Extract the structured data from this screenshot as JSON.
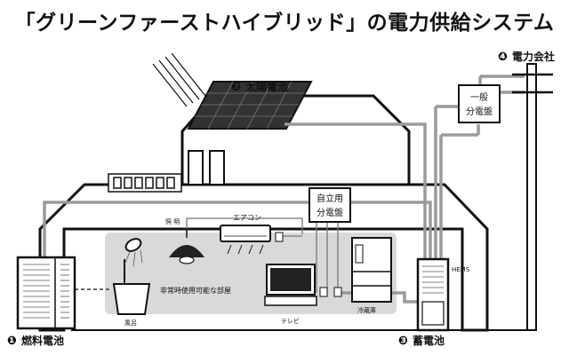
{
  "title": "「グリーンファーストハイブリッド」の電力供給システム",
  "components": {
    "fuel_cell": {
      "num": "❶",
      "label": "燃料電池"
    },
    "solar": {
      "num": "❷",
      "label": "太陽電池"
    },
    "storage": {
      "num": "❸",
      "label": "蓄電池"
    },
    "utility": {
      "num": "❹",
      "label": "電力会社"
    }
  },
  "panels": {
    "main_panel": {
      "line1": "一般",
      "line2": "分電盤"
    },
    "independent_panel": {
      "line1": "自立用",
      "line2": "分電盤"
    }
  },
  "appliances": {
    "lighting": "照 明",
    "aircon": "エアコン",
    "bath": "風呂",
    "tv": "テレビ",
    "fridge": "冷蔵庫"
  },
  "emergency_room": "非常時使用可能な部屋",
  "hems": "HEMS",
  "colors": {
    "line": "#111111",
    "wire": "#9a9a9a",
    "room": "#d9d9d9"
  }
}
